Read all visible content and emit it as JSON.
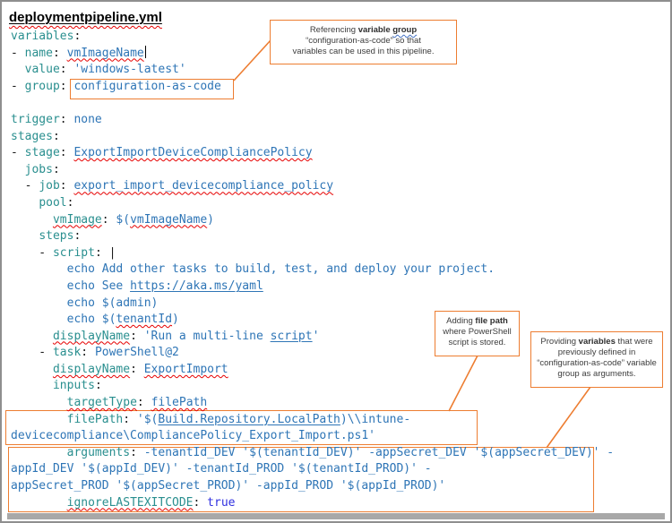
{
  "title": "deploymentpipeline.yml",
  "colors": {
    "accent_orange": "#ED7D31",
    "key_teal": "#2a8f8f",
    "value_blue": "#2e75b6",
    "bool_blue": "#3030e0",
    "squiggle_red": "#e60000",
    "grammar_blue": "#4472C4"
  },
  "code": {
    "lines": [
      {
        "segs": [
          [
            "k",
            "variables"
          ],
          [
            "p",
            ":"
          ]
        ]
      },
      {
        "segs": [
          [
            "p",
            "- "
          ],
          [
            "k",
            "name"
          ],
          [
            "p",
            ": "
          ],
          [
            "vs",
            "vmImageName"
          ],
          [
            "caret",
            ""
          ]
        ]
      },
      {
        "segs": [
          [
            "p",
            "  "
          ],
          [
            "k",
            "value"
          ],
          [
            "p",
            ": "
          ],
          [
            "v",
            "'windows-latest'"
          ]
        ]
      },
      {
        "segs": [
          [
            "p",
            "- "
          ],
          [
            "k",
            "group"
          ],
          [
            "p",
            ": "
          ],
          [
            "v",
            "configuration-as-code"
          ]
        ]
      },
      {
        "segs": [
          [
            "p",
            ""
          ]
        ]
      },
      {
        "segs": [
          [
            "k",
            "trigger"
          ],
          [
            "p",
            ": "
          ],
          [
            "v",
            "none"
          ]
        ]
      },
      {
        "segs": [
          [
            "k",
            "stages"
          ],
          [
            "p",
            ":"
          ]
        ]
      },
      {
        "segs": [
          [
            "p",
            "- "
          ],
          [
            "k",
            "stage"
          ],
          [
            "p",
            ": "
          ],
          [
            "vs",
            "ExportImportDeviceCompliancePolicy"
          ]
        ]
      },
      {
        "segs": [
          [
            "p",
            "  "
          ],
          [
            "k",
            "jobs"
          ],
          [
            "p",
            ":"
          ]
        ]
      },
      {
        "segs": [
          [
            "p",
            "  - "
          ],
          [
            "k",
            "job"
          ],
          [
            "p",
            ": "
          ],
          [
            "vs",
            "export_import_devicecompliance_policy"
          ]
        ]
      },
      {
        "segs": [
          [
            "p",
            "    "
          ],
          [
            "k",
            "pool"
          ],
          [
            "p",
            ":"
          ]
        ]
      },
      {
        "segs": [
          [
            "p",
            "      "
          ],
          [
            "ks",
            "vmImage"
          ],
          [
            "p",
            ": "
          ],
          [
            "v",
            "$("
          ],
          [
            "vs",
            "vmImageName"
          ],
          [
            "v",
            ")"
          ]
        ]
      },
      {
        "segs": [
          [
            "p",
            "    "
          ],
          [
            "k",
            "steps"
          ],
          [
            "p",
            ":"
          ]
        ]
      },
      {
        "segs": [
          [
            "p",
            "    - "
          ],
          [
            "k",
            "script"
          ],
          [
            "p",
            ": |"
          ]
        ]
      },
      {
        "segs": [
          [
            "v",
            "        echo Add other tasks to build, test, and deploy your project."
          ]
        ]
      },
      {
        "segs": [
          [
            "v",
            "        echo See "
          ],
          [
            "vu",
            "https://aka.ms/yaml"
          ]
        ]
      },
      {
        "segs": [
          [
            "v",
            "        echo $(admin)"
          ]
        ]
      },
      {
        "segs": [
          [
            "v",
            "        echo $("
          ],
          [
            "vs",
            "tenantId"
          ],
          [
            "v",
            ")"
          ]
        ]
      },
      {
        "segs": [
          [
            "p",
            "      "
          ],
          [
            "ks",
            "displayName"
          ],
          [
            "p",
            ": "
          ],
          [
            "v",
            "'Run a multi-line "
          ],
          [
            "vu",
            "script"
          ],
          [
            "v",
            "'"
          ]
        ]
      },
      {
        "segs": [
          [
            "p",
            "    - "
          ],
          [
            "k",
            "task"
          ],
          [
            "p",
            ": "
          ],
          [
            "v",
            "PowerShell@2"
          ]
        ]
      },
      {
        "segs": [
          [
            "p",
            "      "
          ],
          [
            "ks",
            "displayName"
          ],
          [
            "p",
            ": "
          ],
          [
            "vs",
            "ExportImport"
          ]
        ]
      },
      {
        "segs": [
          [
            "p",
            "      "
          ],
          [
            "k",
            "inputs"
          ],
          [
            "p",
            ":"
          ]
        ]
      },
      {
        "segs": [
          [
            "p",
            "        "
          ],
          [
            "ks",
            "targetType"
          ],
          [
            "p",
            ": "
          ],
          [
            "vs",
            "filePath"
          ]
        ]
      },
      {
        "segs": [
          [
            "p",
            "        "
          ],
          [
            "k",
            "filePath"
          ],
          [
            "p",
            ": "
          ],
          [
            "v",
            "'$("
          ],
          [
            "vu",
            "Build.Repository.LocalPath"
          ],
          [
            "v",
            ")\\\\intune-"
          ]
        ]
      },
      {
        "segs": [
          [
            "v",
            "devicecompliance\\CompliancePolicy_Export_Import.ps1'"
          ]
        ]
      },
      {
        "segs": [
          [
            "p",
            "        "
          ],
          [
            "k",
            "arguments"
          ],
          [
            "p",
            ": "
          ],
          [
            "v",
            "-tenantId_DEV '$(tenantId_DEV)' -appSecret_DEV '$(appSecret_DEV)' -"
          ]
        ]
      },
      {
        "segs": [
          [
            "v",
            "appId_DEV '$(appId_DEV)' -tenantId_PROD '$(tenantId_PROD)' -"
          ]
        ]
      },
      {
        "segs": [
          [
            "v",
            "appSecret_PROD '$(appSecret_PROD)' -appId_PROD '$(appId_PROD)'"
          ]
        ]
      },
      {
        "segs": [
          [
            "p",
            "        "
          ],
          [
            "ks",
            "ignoreLASTEXITCODE"
          ],
          [
            "p",
            ": "
          ],
          [
            "b",
            "true"
          ]
        ]
      }
    ]
  },
  "callouts": [
    {
      "name": "variable-group",
      "segs": [
        [
          "t",
          "Referencing "
        ],
        [
          "bd",
          "variable "
        ],
        [
          "bu",
          "group"
        ],
        [
          "t",
          "\n“configuration-as-code” so that\nvariables can be used in this pipeline."
        ]
      ]
    },
    {
      "name": "file-path",
      "segs": [
        [
          "t",
          "Adding "
        ],
        [
          "bd",
          "file path"
        ],
        [
          "t",
          "\nwhere PowerShell\nscript is stored."
        ]
      ]
    },
    {
      "name": "arguments",
      "segs": [
        [
          "t",
          "Providing "
        ],
        [
          "bd",
          "variables"
        ],
        [
          "t",
          " that were\npreviously defined in\n“configuration-as-code” variable\ngroup as arguments."
        ]
      ]
    }
  ]
}
